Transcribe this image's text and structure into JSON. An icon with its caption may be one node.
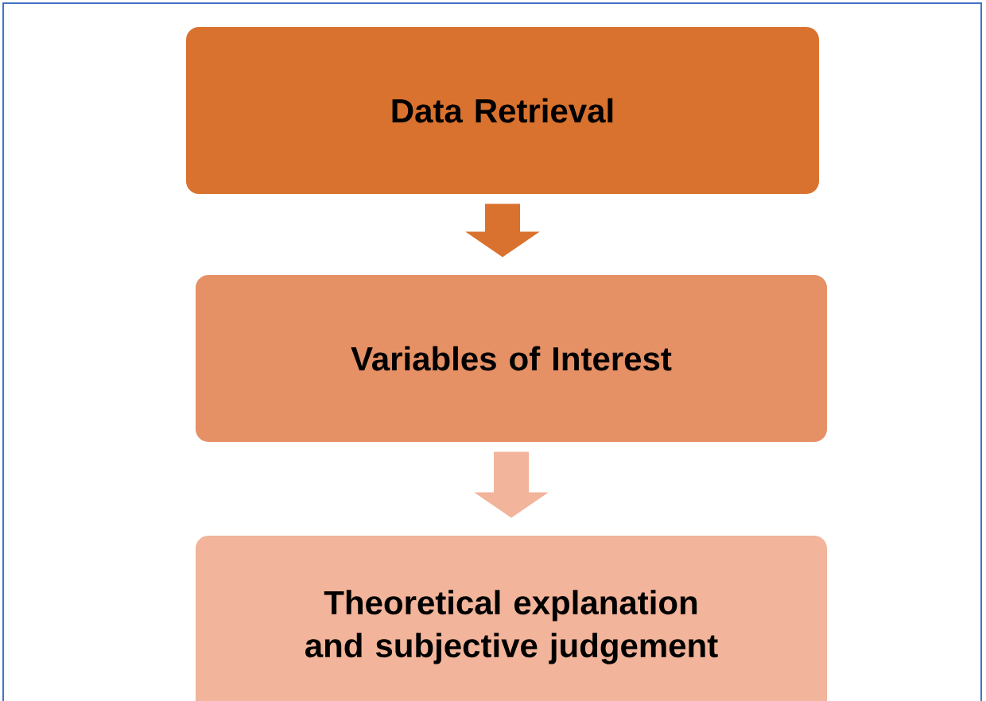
{
  "diagram": {
    "nodes": [
      {
        "text": [
          "Data Retrieval"
        ]
      },
      {
        "text": [
          "Variables of Interest"
        ]
      },
      {
        "text": [
          "Theoretical explanation and subjective judgement"
        ]
      }
    ],
    "edges": [
      {
        "from": 0,
        "to": 1,
        "arrow": "to",
        "color": "#d9722e"
      },
      {
        "from": 1,
        "to": 2,
        "arrow": "to",
        "color": "#f2b49a"
      }
    ]
  }
}
